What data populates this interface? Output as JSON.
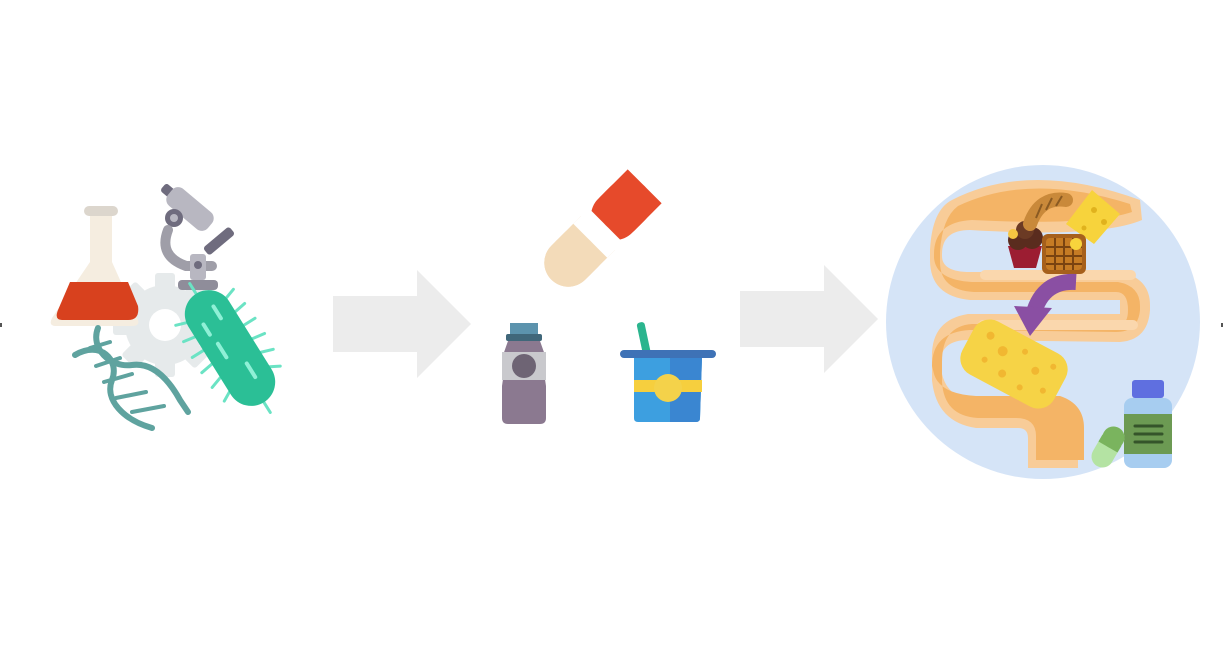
{
  "diagram": {
    "stages": [
      {
        "id": "research",
        "icons": [
          "flask-icon",
          "microscope-icon",
          "gear-icon",
          "dna-icon",
          "bacterium-icon"
        ]
      },
      {
        "id": "products",
        "icons": [
          "capsule-icon",
          "probiotic-drink-bottle-icon",
          "yogurt-cup-icon"
        ]
      },
      {
        "id": "gut",
        "icons": [
          "intestine-icon",
          "food-icons",
          "sponge-icon",
          "arrow-icon",
          "supplement-bottle-icon",
          "capsule-icon"
        ]
      }
    ],
    "connectors": [
      "arrow-right-icon",
      "arrow-right-icon"
    ],
    "colors": {
      "arrow": "#ececec",
      "gut_background": "#d5e4f7",
      "intestine": "#f4b466",
      "bacterium": "#2bbf96",
      "capsule_red": "#e64a2b",
      "capsule_cream": "#f3dbb9"
    }
  }
}
